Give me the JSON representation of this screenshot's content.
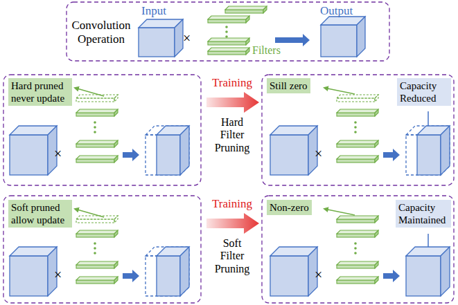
{
  "diagram": {
    "nodes": [
      {
        "text": [
          "Hard pruned never update"
        ]
      },
      {
        "text": [
          "Still zero"
        ]
      },
      {
        "text": [
          "Capacity Reduced"
        ]
      },
      {
        "text": [
          "Soft pruned allow update"
        ]
      },
      {
        "text": [
          "Non-zero"
        ]
      },
      {
        "text": [
          "Capacity Maintained"
        ]
      }
    ],
    "labels": [
      "Convolution Operation",
      "Input",
      "×",
      "Filters",
      "Output",
      "×",
      "Training",
      "Hard Filter Pruning",
      "×",
      "×",
      "Training",
      "Soft Filter Pruning",
      "×"
    ]
  }
}
